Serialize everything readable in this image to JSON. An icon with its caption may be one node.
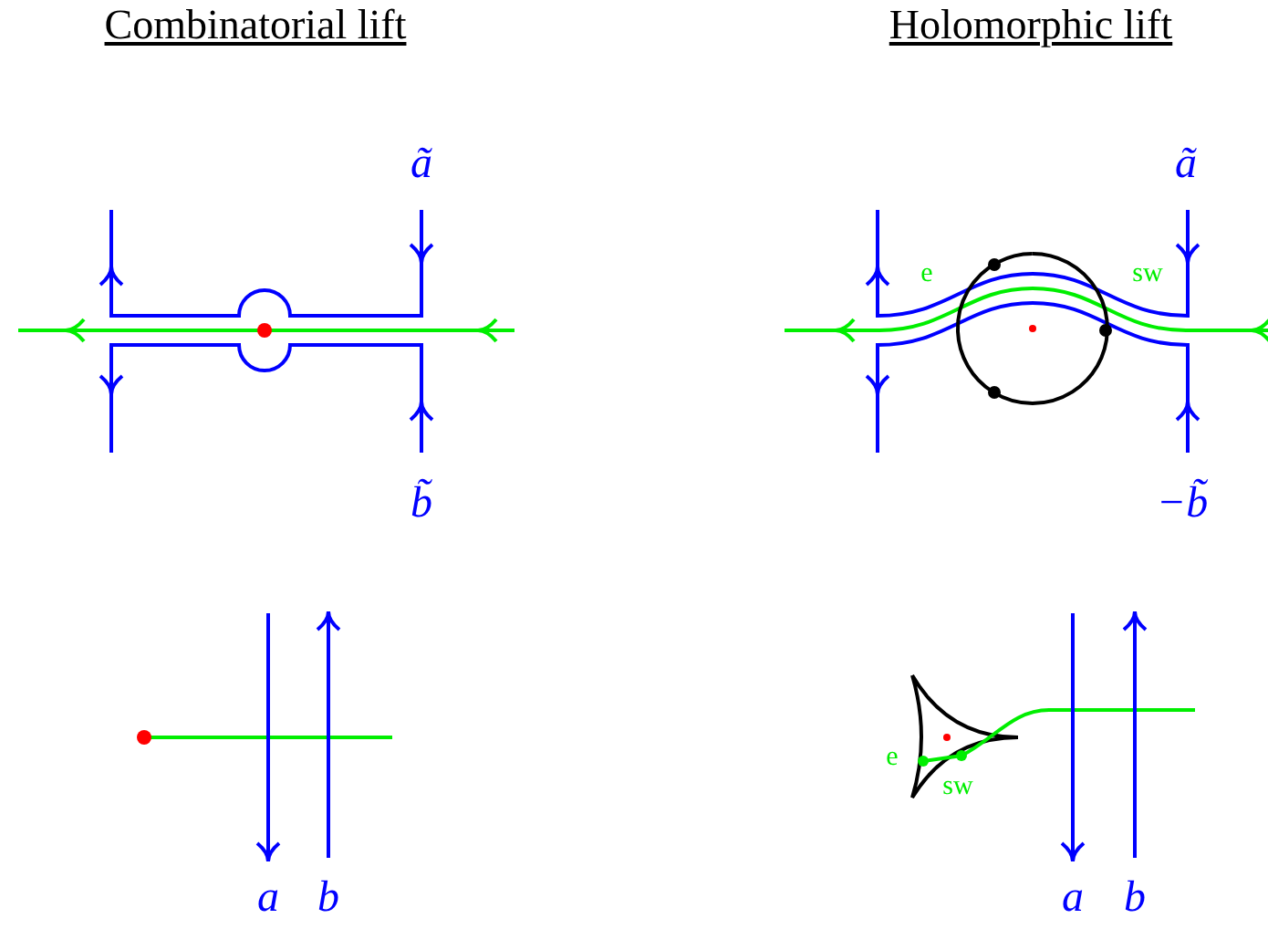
{
  "diagram": {
    "labels": [
      "Combinatorial lift",
      "Holomorphic lift",
      "ã",
      "ã",
      "e",
      "sw",
      "b̃",
      "−b̃",
      "e",
      "sw",
      "a",
      "b",
      "a",
      "b"
    ]
  }
}
